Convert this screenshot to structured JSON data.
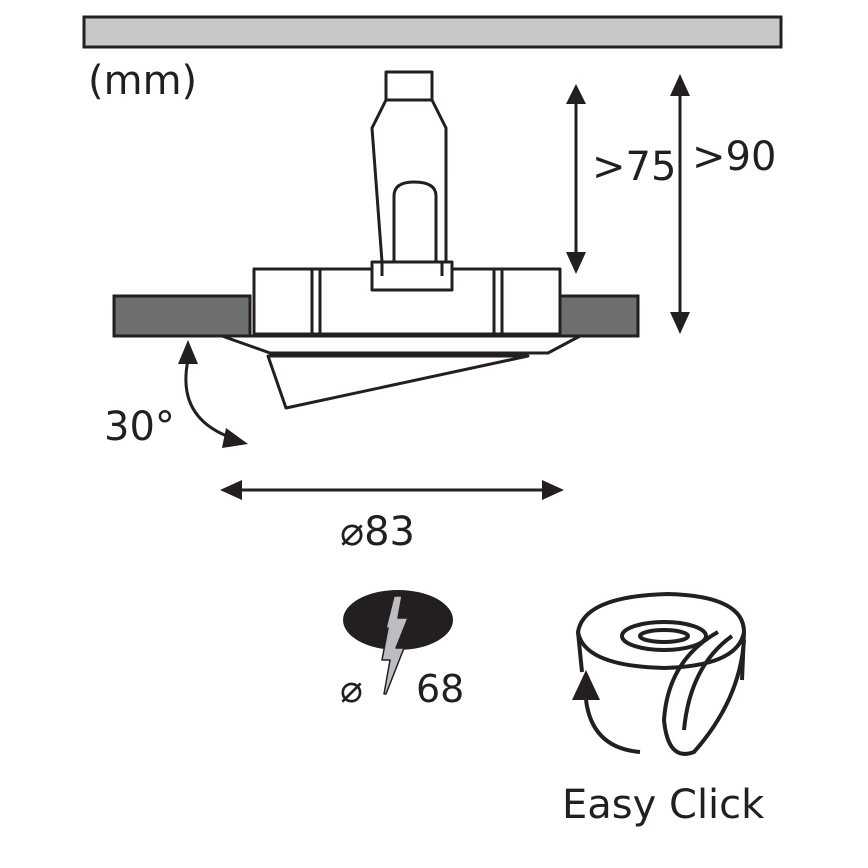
{
  "unit_label": "(mm)",
  "dimensions": {
    "min_depth_inner": ">75",
    "min_depth_outer": ">90",
    "tilt_angle": "30°",
    "diameter": "⌀83"
  },
  "cutout": {
    "symbol": "⌀",
    "value": "68"
  },
  "easy_click": {
    "label": "Easy Click"
  },
  "colors": {
    "line": "#231f20",
    "ceiling": "#c9c8c8",
    "ceiling_section": "#6d6e70",
    "cutout_fill": "#231f20",
    "bolt": "#bcbdc0"
  }
}
